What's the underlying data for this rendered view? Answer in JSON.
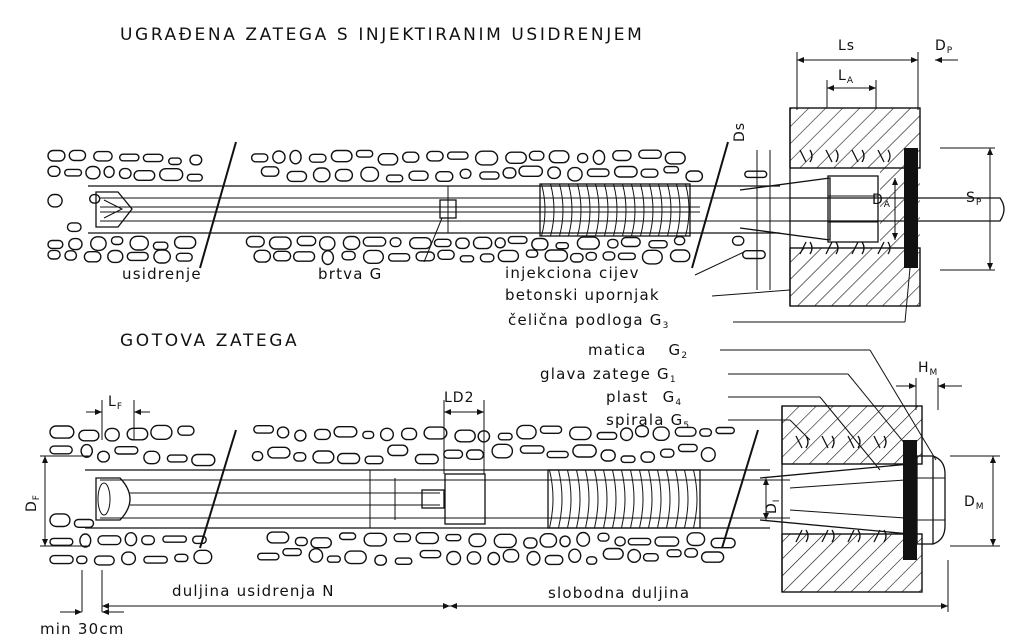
{
  "titles": {
    "top": "UGRAĐENA ZATEGA S INJEKTIRANIM USIDRENJEM",
    "bottom": "GOTOVA ZATEGA"
  },
  "labels_top": {
    "usidrenje": "usidrenje",
    "brtva": "brtva G",
    "injekciona": "injekciona cijev",
    "betonski": "betonski upornjak",
    "celicna": "čelična podloga G",
    "celicna_sub": "3"
  },
  "labels_bottom": {
    "matica": "matica",
    "matica_g": "G",
    "matica_sub": "2",
    "glava": "glava zatege G",
    "glava_sub": "1",
    "plast": "plast",
    "plast_g": "G",
    "plast_sub": "4",
    "spirala": "spirala G",
    "spirala_sub": "5",
    "duljina_usidrenja": "duljina usidrenja N",
    "slobodna": "slobodna duljina",
    "min": "min 30cm"
  },
  "dimensions": {
    "Ls": "Ls",
    "Dp_main": "D",
    "Dp_sub": "P",
    "LA_main": "L",
    "LA_sub": "A",
    "Ds": "Ds",
    "DA_main": "D",
    "DA_sub": "A",
    "Sp_main": "S",
    "Sp_sub": "P",
    "HM_main": "H",
    "HM_sub": "M",
    "LF_main": "L",
    "LF_sub": "F",
    "LD2": "LD2",
    "DF_main": "D",
    "DF_sub": "F",
    "Di_main": "D",
    "Di_sub": "I",
    "DM_main": "D",
    "DM_sub": "M"
  },
  "colors": {
    "ink": "#111111",
    "paper": "#ffffff"
  }
}
